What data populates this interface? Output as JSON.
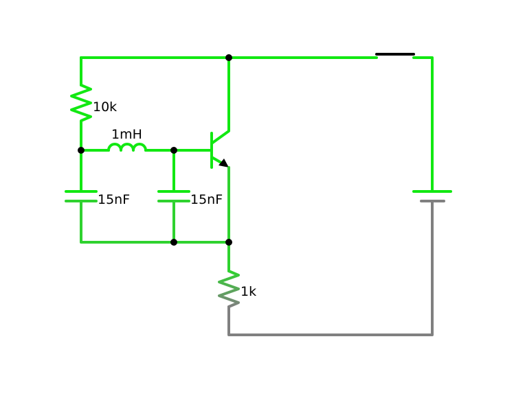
{
  "colors": {
    "live": "#12e812",
    "mid": "#2fd22f",
    "low": "#5aa85a",
    "ground": "#808080",
    "switch": "#000000",
    "node": "#000000"
  },
  "components": {
    "r_top": {
      "label": "10k",
      "kind": "resistor"
    },
    "inductor": {
      "label": "1mH",
      "kind": "inductor"
    },
    "c_left": {
      "label": "15nF",
      "kind": "capacitor"
    },
    "c_mid": {
      "label": "15nF",
      "kind": "capacitor"
    },
    "r_emitter": {
      "label": "1k",
      "kind": "resistor"
    },
    "transistor": {
      "kind": "npn-transistor"
    },
    "switch": {
      "kind": "switch"
    },
    "battery": {
      "kind": "battery"
    }
  }
}
